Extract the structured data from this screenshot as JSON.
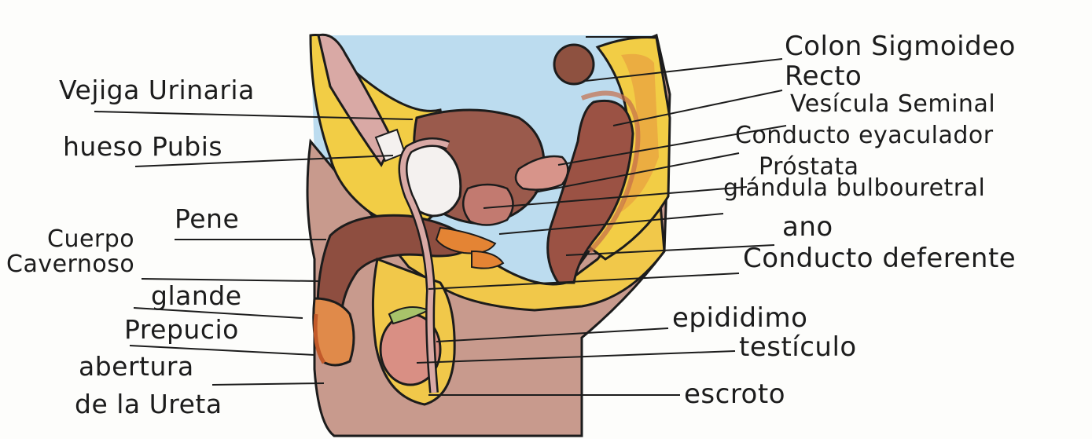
{
  "diagram": {
    "labels": {
      "colon_sigmoideo": "Colon Sigmoideo",
      "recto": "Recto",
      "vesicula_seminal": "Vesícula Seminal",
      "conducto_eyaculador": "Conducto eyaculador",
      "prostata": "Próstata",
      "glandula_bulbouretral": "glándula bulbouretral",
      "ano": "ano",
      "conducto_deferente": "Conducto deferente",
      "epididimo": "epididimo",
      "testiculo": "testículo",
      "escroto": "escroto",
      "vejiga_urinaria": "Vejiga Urinaria",
      "hueso_pubis": "hueso Pubis",
      "pene": "Pene",
      "cuerpo": "Cuerpo",
      "cavernoso": "Cavernoso",
      "glande": "glande",
      "prepucio": "Prepucio",
      "abertura": "abertura",
      "de_la_ureta": "de la Ureta"
    },
    "colors": {
      "background": "#fdfdfb",
      "sky": "#bcdcef",
      "bone": "#f2cd45",
      "muscle": "#9b5a4c",
      "skin": "#c79a8c",
      "bladder": "#f4f1ef",
      "organ_pink": "#d98f84",
      "orange": "#e48434",
      "ink": "#1c1c1c"
    }
  }
}
